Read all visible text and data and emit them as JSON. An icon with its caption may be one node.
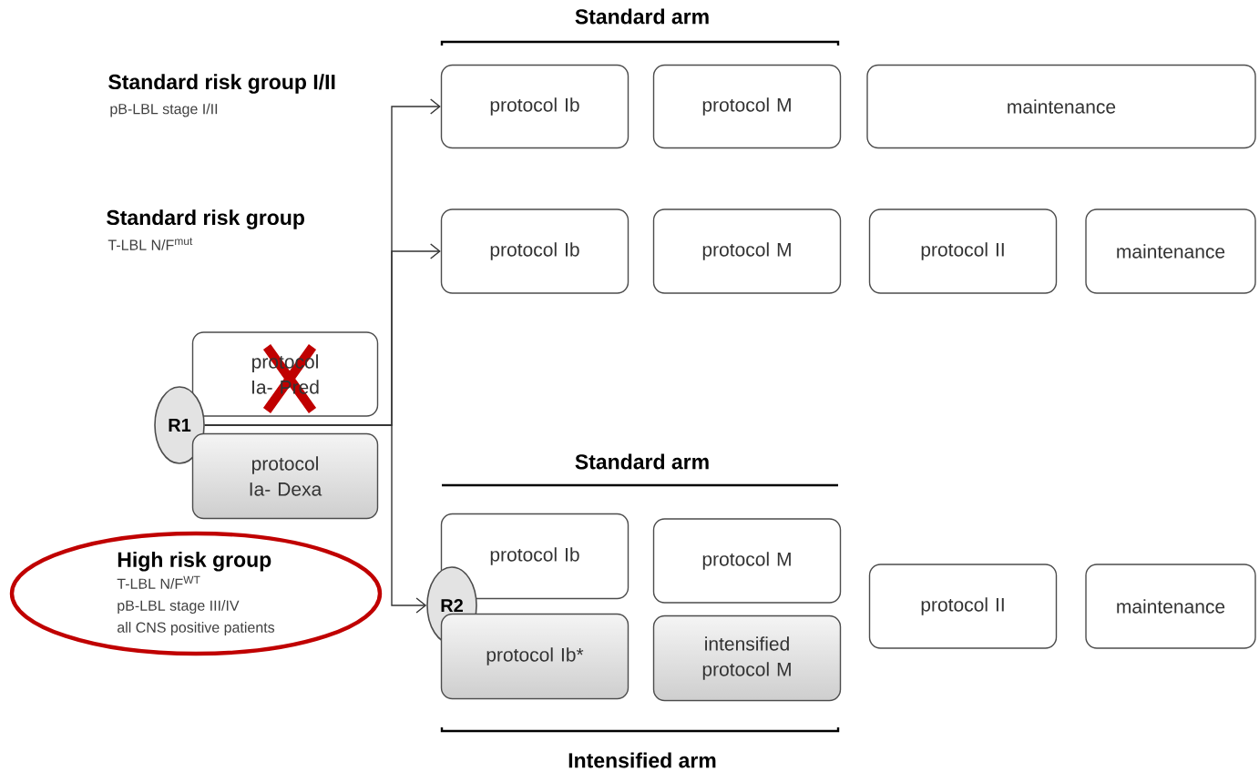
{
  "diagram": {
    "nodes": [
      {
        "text": [
          "protocol Ia- Pred"
        ]
      },
      {
        "text": [
          "R1"
        ]
      },
      {
        "text": [
          "protocol Ia- Dexa"
        ]
      },
      {
        "text": [
          "protocol Ib"
        ]
      },
      {
        "text": [
          "protocol M"
        ]
      },
      {
        "text": [
          "maintenance"
        ]
      },
      {
        "text": [
          "protocol Ib"
        ]
      },
      {
        "text": [
          "protocol M"
        ]
      },
      {
        "text": [
          "protocol II"
        ]
      },
      {
        "text": [
          "maintenance"
        ]
      },
      {
        "text": [
          "High risk group",
          "T-LBL N/F$^{WT}$",
          "pB-LBL stage III/IV",
          "all CNS positive patients"
        ]
      },
      {
        "text": [
          "protocol Ib"
        ]
      },
      {
        "text": [
          "R2"
        ]
      },
      {
        "text": [
          "protocol Ib*"
        ]
      },
      {
        "text": [
          "protocol M"
        ]
      },
      {
        "text": [
          "intensified protocol M"
        ]
      },
      {
        "text": [
          "protocol II"
        ]
      },
      {
        "text": [
          "maintenance"
        ]
      }
    ],
    "edges": [
      {
        "from": 1,
        "to": 3,
        "arrow": "to"
      },
      {
        "from": 1,
        "to": 6,
        "arrow": "to"
      },
      {
        "from": 1,
        "to": 12,
        "arrow": "to"
      }
    ],
    "labels": [
      "Standard arm",
      "Standard risk group I/II",
      "pB-LBL stage I/II",
      "Standard risk group",
      "T-LBL N/F$^{mut}$",
      "Standard arm",
      "Intensified arm"
    ]
  }
}
